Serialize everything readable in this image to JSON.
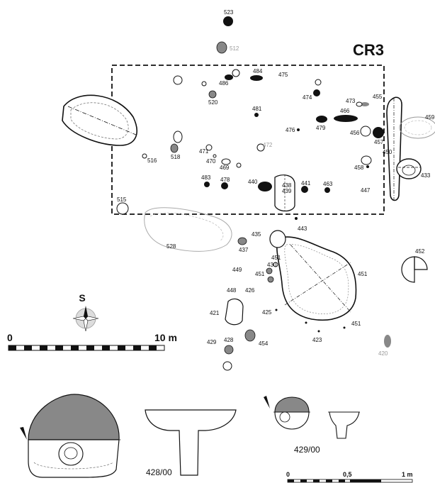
{
  "map": {
    "area_code": "CR3",
    "features": [
      "523",
      "512",
      "484",
      "475",
      "486",
      "520",
      "474",
      "473",
      "455",
      "481",
      "466",
      "459",
      "476",
      "479",
      "456",
      "457",
      "472",
      "471",
      "518",
      "516",
      "470",
      "469",
      "450",
      "458",
      "447",
      "433",
      "438",
      "439",
      "515",
      "483",
      "478",
      "440",
      "441",
      "463",
      "443",
      "435",
      "528",
      "437",
      "452",
      "451",
      "430",
      "449",
      "448",
      "426",
      "421",
      "425",
      "423",
      "428",
      "454",
      "429",
      "420"
    ],
    "second_451": "451",
    "third_451": "451",
    "fourth_451": "451"
  },
  "compass": {
    "direction_label": "S"
  },
  "scale_bar": {
    "start_label": "0",
    "end_label": "10 m"
  },
  "section_428": {
    "caption": "428/00"
  },
  "section_429": {
    "caption": "429/00"
  },
  "small_scale_bar": {
    "start_label": "0",
    "mid_label": "0,5",
    "end_label": "1 m"
  },
  "colors": {
    "ink": "#111111",
    "grey_fill": "#888888",
    "light_grey": "#bbbbbb"
  }
}
